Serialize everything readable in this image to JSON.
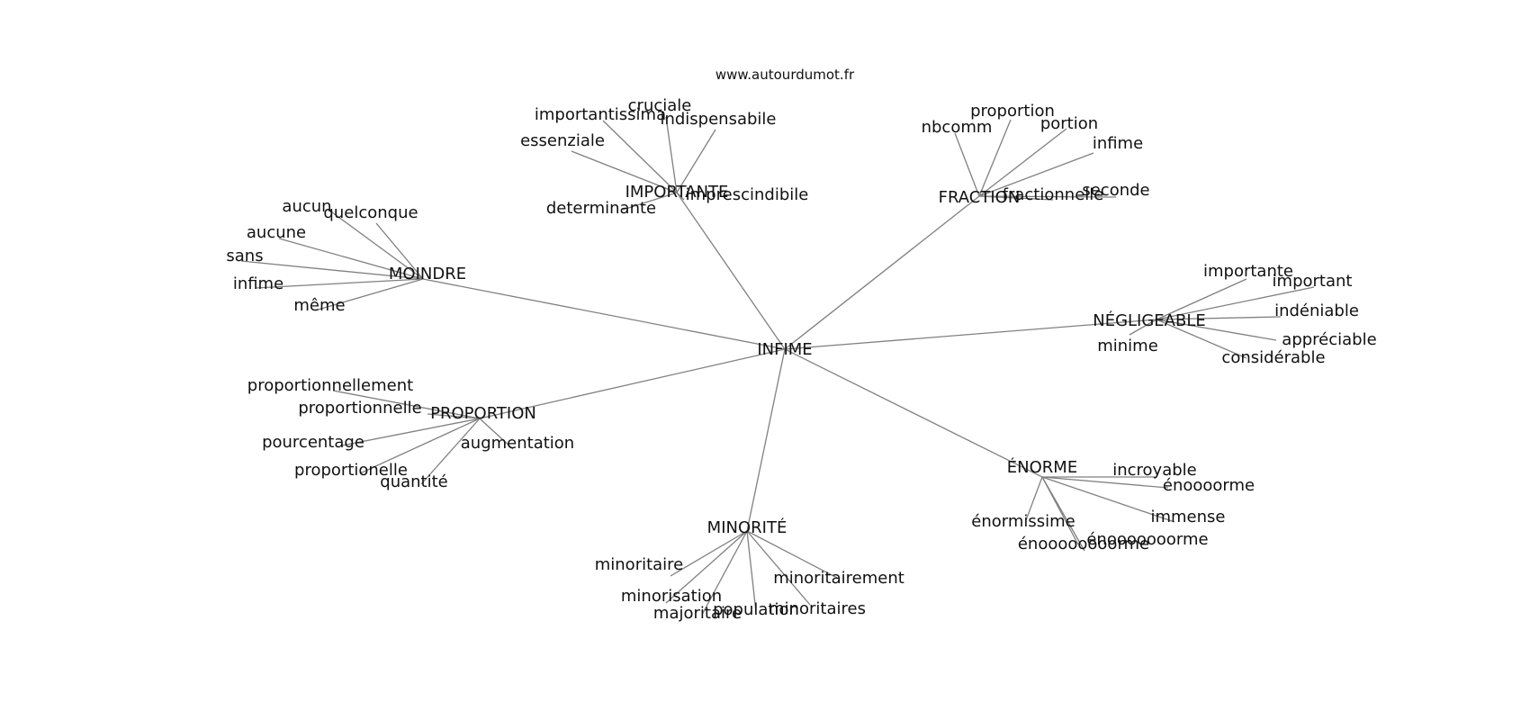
{
  "source": "www.autourdumot.fr",
  "center": "INFIME",
  "groups": [
    {
      "id": "importante",
      "label": "IMPORTANTE",
      "words": [
        "importantissima",
        "cruciale",
        "indispensabile",
        "essenziale",
        "imprescindibile",
        "determinante"
      ]
    },
    {
      "id": "fraction",
      "label": "FRACTION",
      "words": [
        "nbcomm",
        "proportion",
        "portion",
        "infime",
        "fractionnelle",
        "seconde"
      ]
    },
    {
      "id": "moindre",
      "label": "MOINDRE",
      "words": [
        "aucun",
        "quelconque",
        "aucune",
        "sans",
        "infime",
        "même"
      ]
    },
    {
      "id": "negligeable",
      "label": "NÉGLIGEABLE",
      "words": [
        "importante",
        "important",
        "indéniable",
        "appréciable",
        "considérable",
        "minime"
      ]
    },
    {
      "id": "proportion",
      "label": "PROPORTION",
      "words": [
        "proportionnellement",
        "proportionnelle",
        "pourcentage",
        "augmentation",
        "proportionelle",
        "quantité"
      ]
    },
    {
      "id": "enorme",
      "label": "ÉNORME",
      "words": [
        "incroyable",
        "énoooorme",
        "immense",
        "énormissime",
        "énooooooorme",
        "énoooooooorme"
      ]
    },
    {
      "id": "minorite",
      "label": "MINORITÉ",
      "words": [
        "minoritaire",
        "minorisation",
        "majoritaire",
        "population",
        "minoritairement",
        "minoritaires"
      ]
    }
  ]
}
